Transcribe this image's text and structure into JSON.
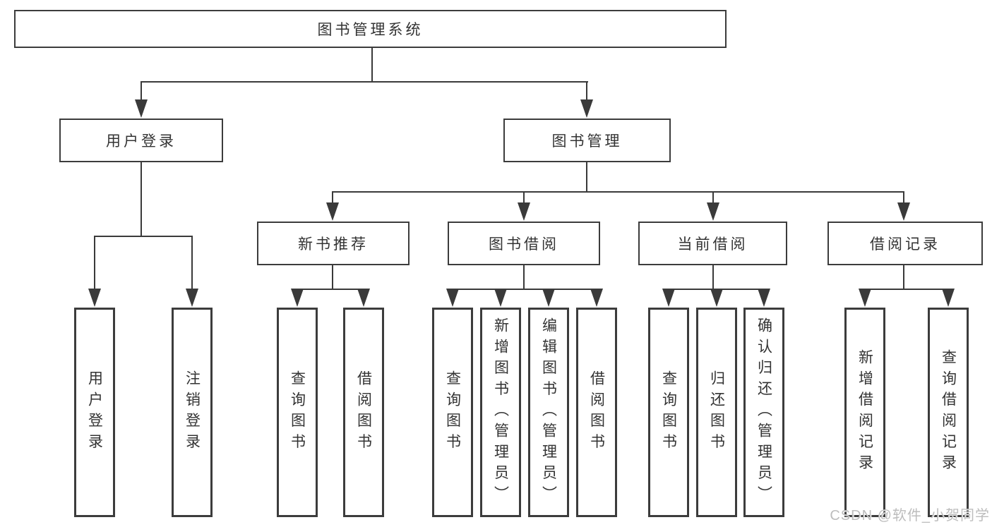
{
  "colors": {
    "line": "#3a3a3a",
    "box_border": "#3c3c3c",
    "text": "#333333",
    "background": "#ffffff",
    "watermark": "#bdbdbd"
  },
  "watermark": "CSDN @软件_小贺同学",
  "tree": {
    "label": "图书管理系统",
    "children": [
      {
        "label": "用户登录",
        "children": [
          {
            "label": "用户登录"
          },
          {
            "label": "注销登录"
          }
        ]
      },
      {
        "label": "图书管理",
        "children": [
          {
            "label": "新书推荐",
            "children": [
              {
                "label": "查询图书"
              },
              {
                "label": "借阅图书"
              }
            ]
          },
          {
            "label": "图书借阅",
            "children": [
              {
                "label": "查询图书"
              },
              {
                "label": "新增图书（管理员）"
              },
              {
                "label": "编辑图书（管理员）"
              },
              {
                "label": "借阅图书"
              }
            ]
          },
          {
            "label": "当前借阅",
            "children": [
              {
                "label": "查询图书"
              },
              {
                "label": "归还图书"
              },
              {
                "label": "确认归还（管理员）"
              }
            ]
          },
          {
            "label": "借阅记录",
            "children": [
              {
                "label": "新增借阅记录"
              },
              {
                "label": "查询借阅记录"
              }
            ]
          }
        ]
      }
    ]
  }
}
